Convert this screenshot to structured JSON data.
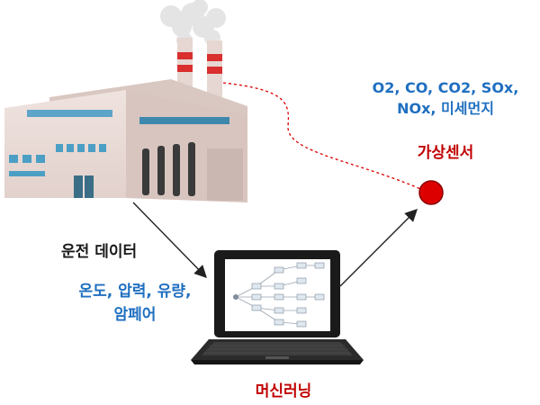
{
  "sensor": {
    "gases_line1": "O2, CO, CO2, SOx,",
    "gases_line2": "NOx, 미세먼지",
    "title": "가상센서"
  },
  "operation": {
    "title": "운전 데이터",
    "vars_line1": "온도, 압력, 유량,",
    "vars_line2": "암페어"
  },
  "ml": {
    "title": "머신러닝"
  },
  "colors": {
    "blue": "#1f6fc0",
    "red": "#c00000",
    "sensor_dot": "#dd0000"
  }
}
